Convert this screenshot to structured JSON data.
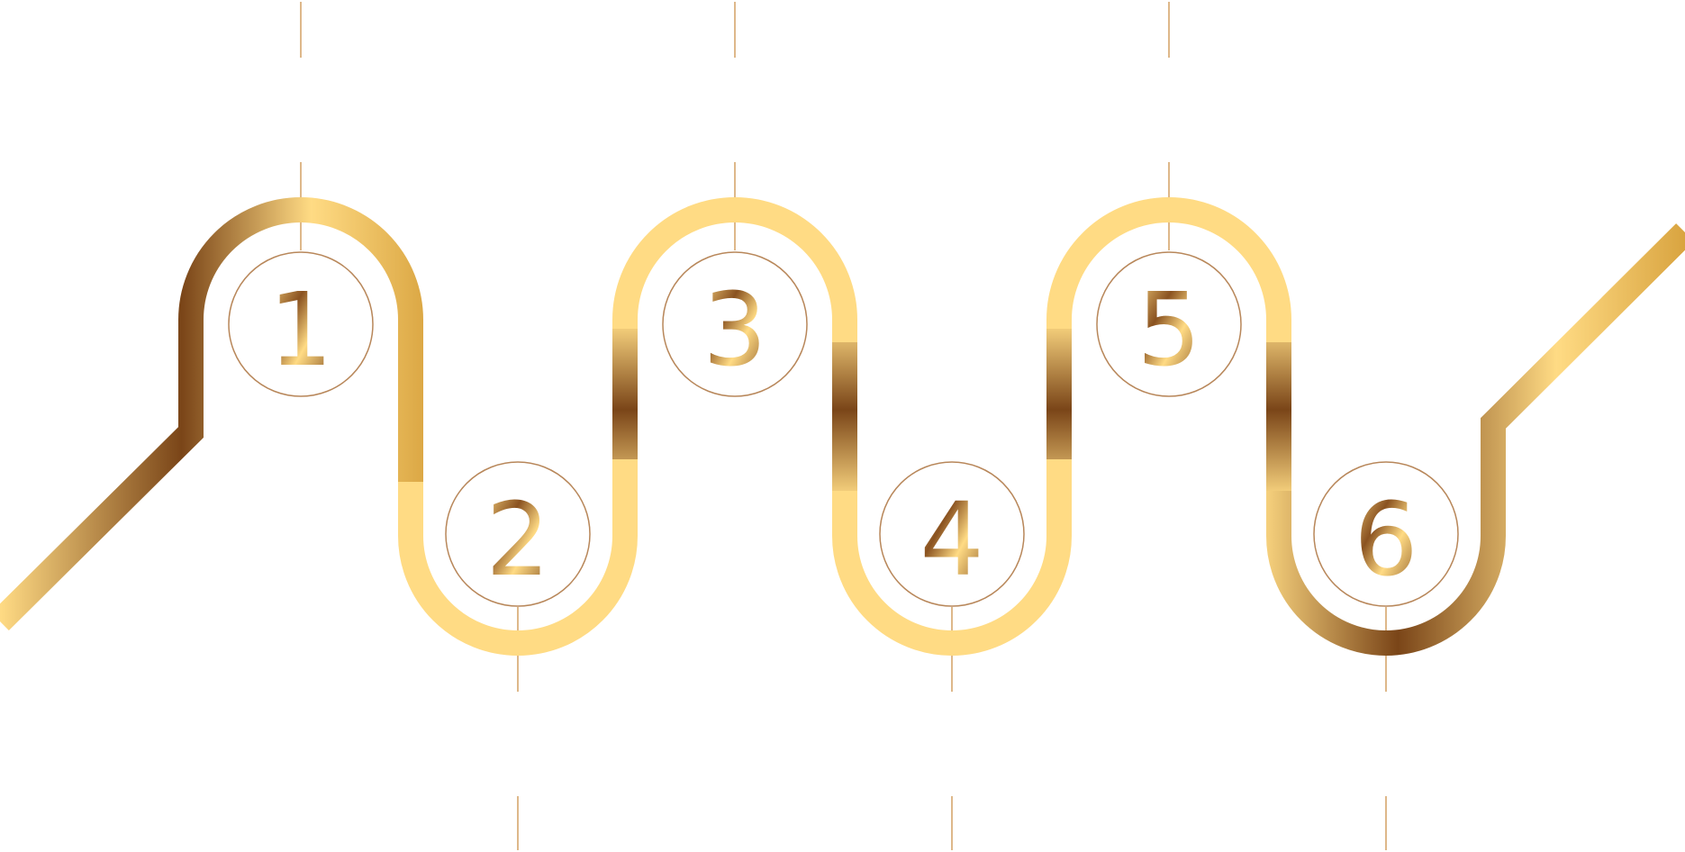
{
  "steps": [
    {
      "number": "1"
    },
    {
      "number": "2"
    },
    {
      "number": "3"
    },
    {
      "number": "4"
    },
    {
      "number": "5"
    },
    {
      "number": "6"
    }
  ],
  "colors": {
    "light_gold": "#FFDB84",
    "mid_gold": "#D9A440",
    "dark_bronze": "#7A4518",
    "guide_line": "#D2A063",
    "ring": "#B8875A"
  }
}
